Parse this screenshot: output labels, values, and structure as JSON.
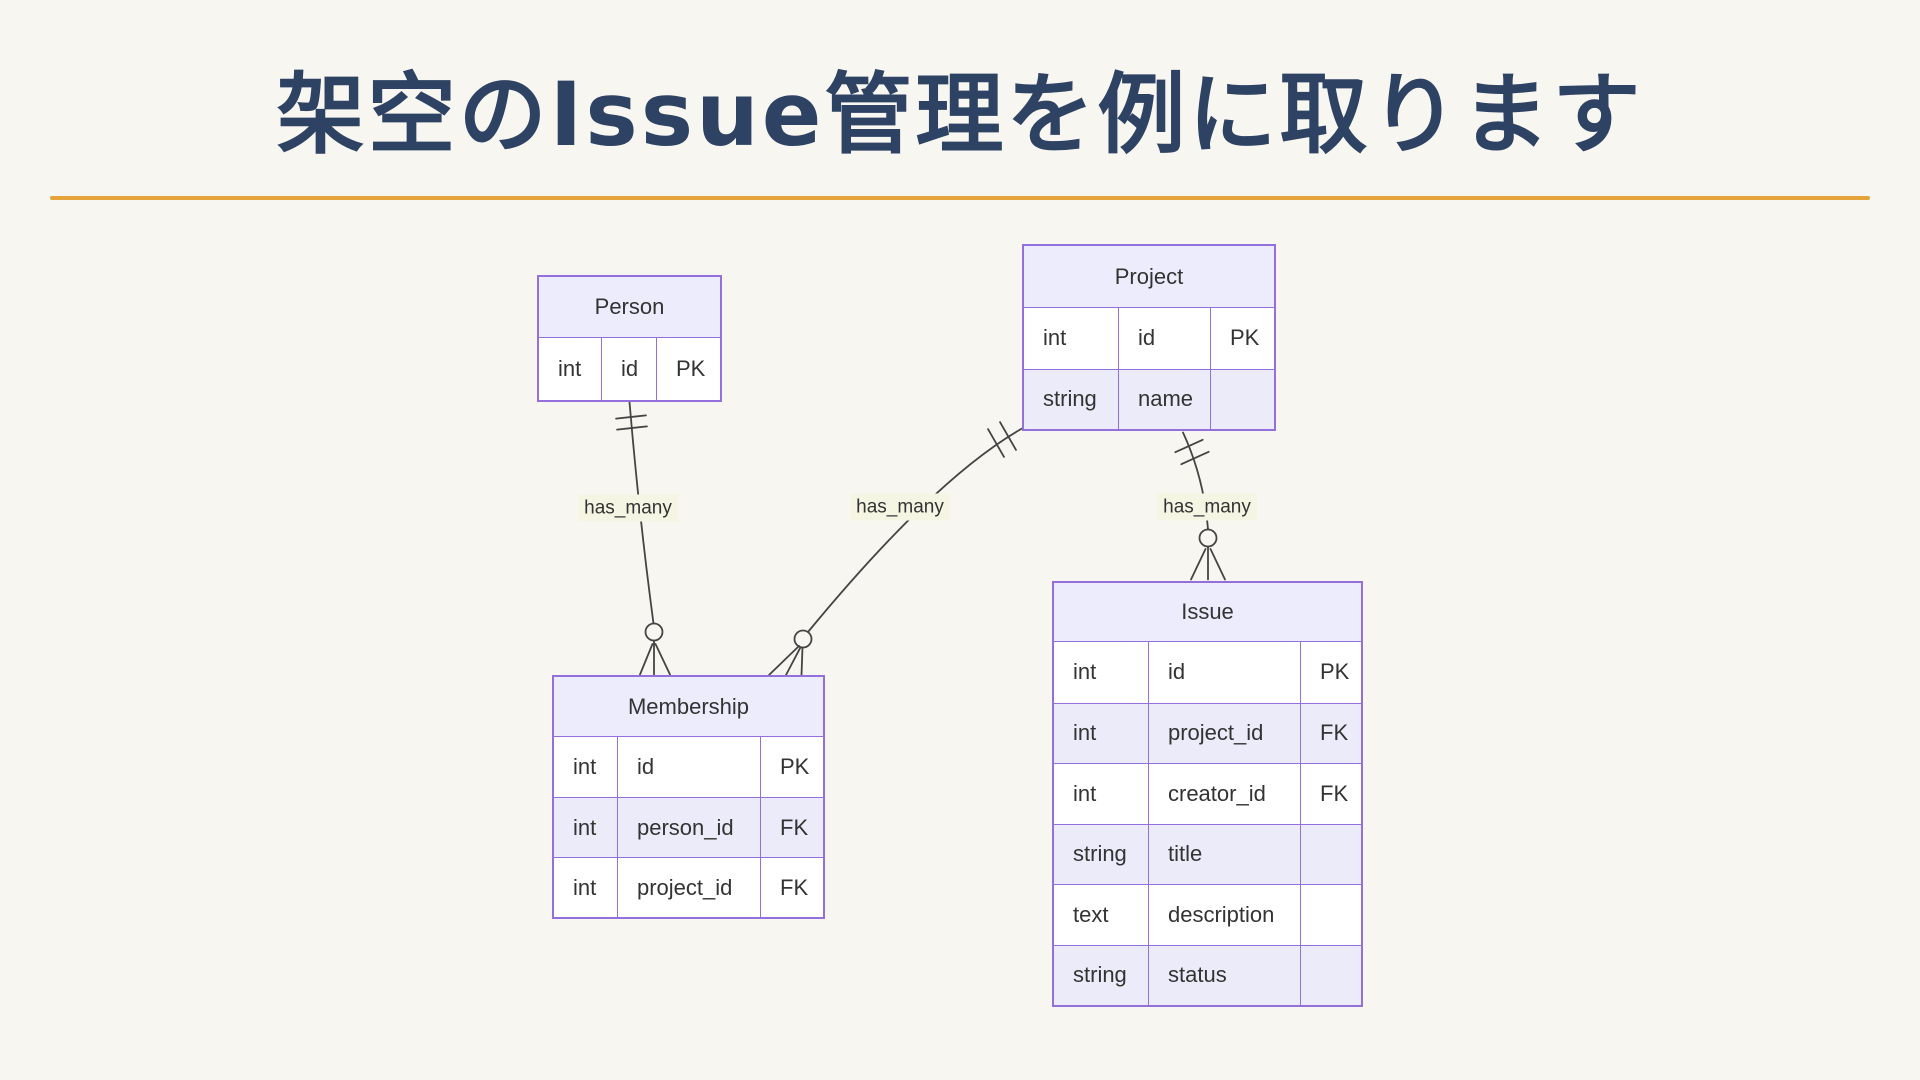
{
  "slide": {
    "title": "架空のIssue管理を例に取ります"
  },
  "colors": {
    "background": "#f8f6f0",
    "title_text": "#2e4263",
    "divider": "#e5a33c",
    "entity_border": "#9370db",
    "entity_header_fill": "#ececfc",
    "row_fill_odd": "#ffffff",
    "row_fill_even": "#ebebf9",
    "relationship_line": "#444444",
    "body_text": "#333333",
    "relationship_label_bg": "#f5f5e4"
  },
  "diagram": {
    "type": "er-diagram",
    "entities": [
      {
        "name": "Person",
        "attributes": [
          {
            "type": "int",
            "name": "id",
            "key": "PK"
          }
        ]
      },
      {
        "name": "Project",
        "attributes": [
          {
            "type": "int",
            "name": "id",
            "key": "PK"
          },
          {
            "type": "string",
            "name": "name",
            "key": ""
          }
        ]
      },
      {
        "name": "Membership",
        "attributes": [
          {
            "type": "int",
            "name": "id",
            "key": "PK"
          },
          {
            "type": "int",
            "name": "person_id",
            "key": "FK"
          },
          {
            "type": "int",
            "name": "project_id",
            "key": "FK"
          }
        ]
      },
      {
        "name": "Issue",
        "attributes": [
          {
            "type": "int",
            "name": "id",
            "key": "PK"
          },
          {
            "type": "int",
            "name": "project_id",
            "key": "FK"
          },
          {
            "type": "int",
            "name": "creator_id",
            "key": "FK"
          },
          {
            "type": "string",
            "name": "title",
            "key": ""
          },
          {
            "type": "text",
            "name": "description",
            "key": ""
          },
          {
            "type": "string",
            "name": "status",
            "key": ""
          }
        ]
      }
    ],
    "relationships": [
      {
        "from": "Person",
        "to": "Membership",
        "label": "has_many",
        "from_cardinality": "exactly-one",
        "to_cardinality": "zero-or-more"
      },
      {
        "from": "Project",
        "to": "Membership",
        "label": "has_many",
        "from_cardinality": "exactly-one",
        "to_cardinality": "zero-or-more"
      },
      {
        "from": "Project",
        "to": "Issue",
        "label": "has_many",
        "from_cardinality": "exactly-one",
        "to_cardinality": "zero-or-more"
      }
    ]
  }
}
